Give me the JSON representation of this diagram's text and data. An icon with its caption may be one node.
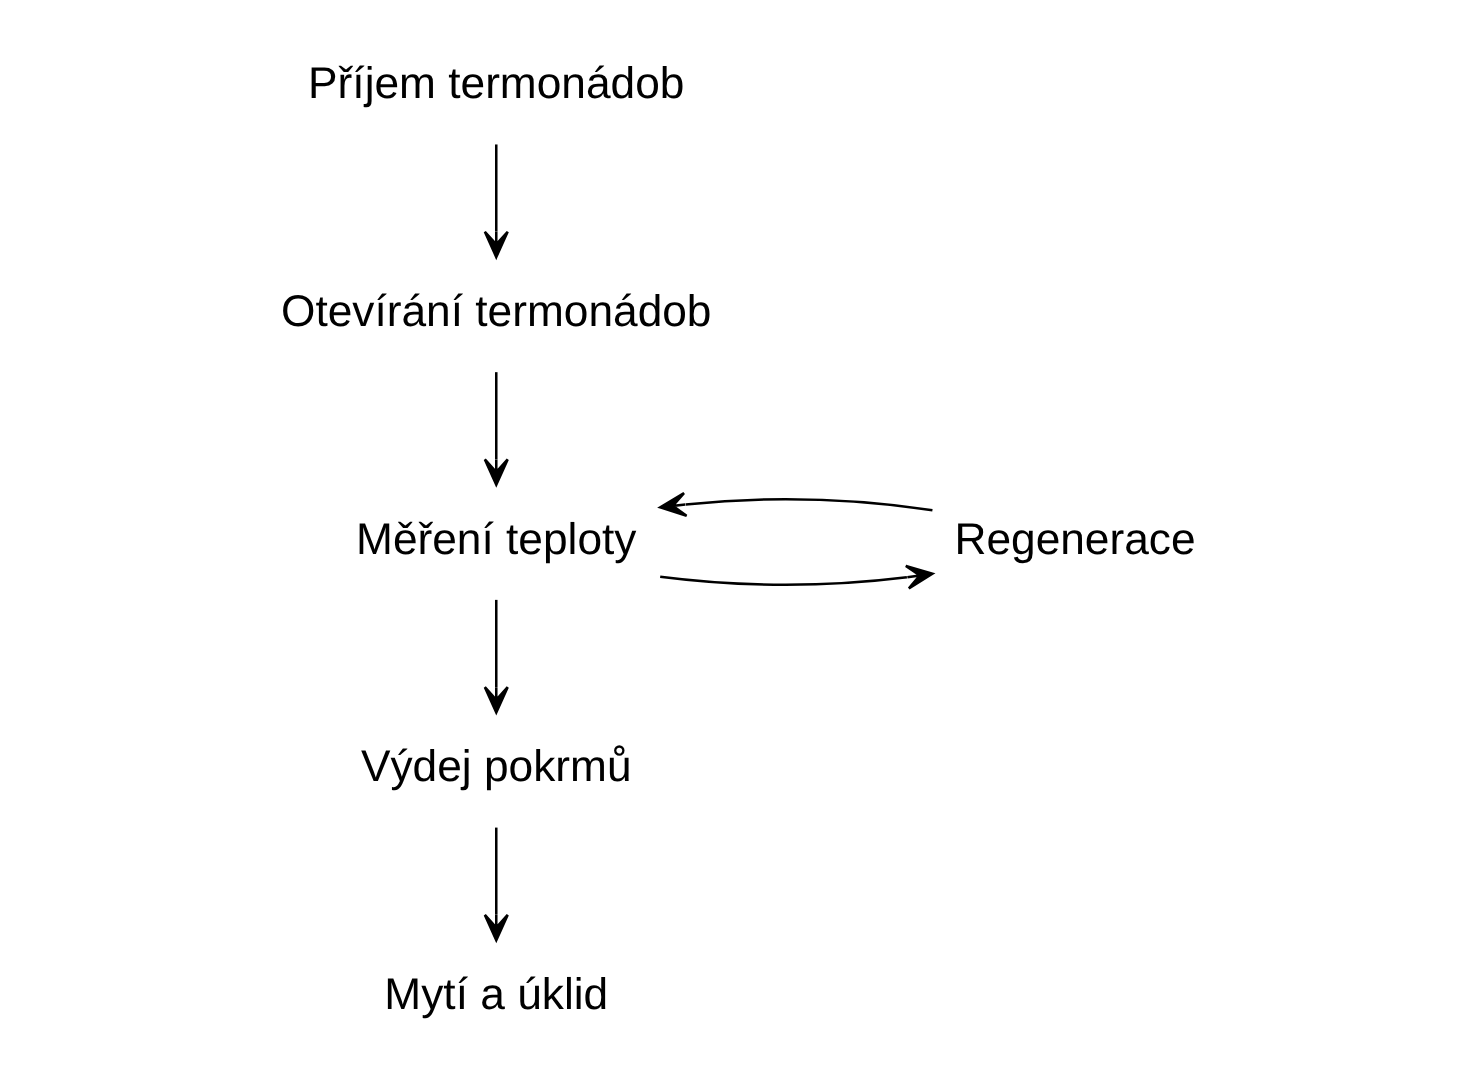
{
  "diagram": {
    "nodes": [
      {
        "text": [
          "Příjem termonádob"
        ]
      },
      {
        "text": [
          "Otevírání termonádob"
        ]
      },
      {
        "text": [
          "Měření teploty"
        ]
      },
      {
        "text": [
          "Regenerace"
        ]
      },
      {
        "text": [
          "Výdej pokrmů"
        ]
      },
      {
        "text": [
          "Mytí a úklid"
        ]
      }
    ],
    "edges": [
      {
        "from": 0,
        "to": 1,
        "arrow": "to"
      },
      {
        "from": 1,
        "to": 2,
        "arrow": "to"
      },
      {
        "from": 2,
        "to": 3,
        "arrow": "to"
      },
      {
        "from": 3,
        "to": 2,
        "arrow": "to"
      },
      {
        "from": 2,
        "to": 4,
        "arrow": "to"
      },
      {
        "from": 4,
        "to": 5,
        "arrow": "to"
      }
    ]
  }
}
